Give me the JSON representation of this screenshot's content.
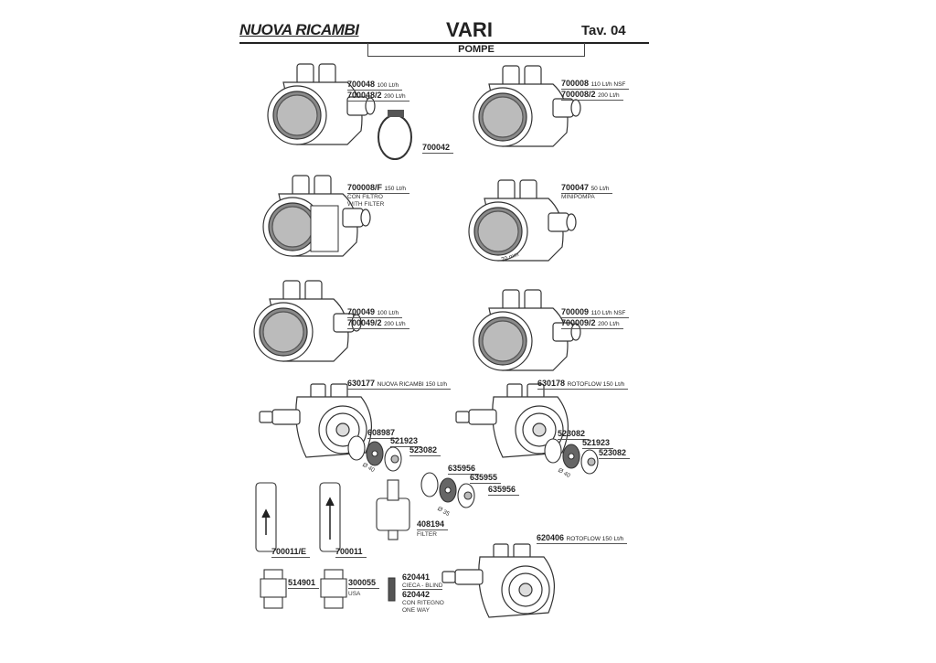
{
  "header": {
    "brand": "NUOVA RICAMBI",
    "title": "VARI",
    "table": "Tav. 04",
    "subtitle": "POMPE"
  },
  "parts": [
    {
      "code": "700048",
      "desc": "100 Lt/h"
    },
    {
      "code": "700048/2",
      "desc": "200 Lt/h"
    },
    {
      "code": "700042",
      "desc": ""
    },
    {
      "code": "700008",
      "desc": "110 Lt/h NSF"
    },
    {
      "code": "700008/2",
      "desc": "200 Lt/h"
    },
    {
      "code": "700008/F",
      "desc": "150 Lt/h"
    },
    {
      "code": "700047",
      "desc": "50 Lt/h"
    },
    {
      "code": "700049",
      "desc": "100 Lt/h"
    },
    {
      "code": "700049/2",
      "desc": "200 Lt/h"
    },
    {
      "code": "700009",
      "desc": "110 Lt/h NSF"
    },
    {
      "code": "700009/2",
      "desc": "200 Lt/h"
    },
    {
      "code": "630177",
      "desc": "NUOVA RICAMBI 150 Lt/h"
    },
    {
      "code": "630178",
      "desc": "ROTOFLOW 150 Lt/h"
    },
    {
      "code": "608987",
      "desc": ""
    },
    {
      "code": "521923",
      "desc": ""
    },
    {
      "code": "523082",
      "desc": ""
    },
    {
      "code": "523082",
      "desc": ""
    },
    {
      "code": "521923",
      "desc": ""
    },
    {
      "code": "523082",
      "desc": ""
    },
    {
      "code": "635956",
      "desc": ""
    },
    {
      "code": "635955",
      "desc": ""
    },
    {
      "code": "635956",
      "desc": ""
    },
    {
      "code": "408194",
      "desc": ""
    },
    {
      "code": "700011/E",
      "desc": ""
    },
    {
      "code": "700011",
      "desc": ""
    },
    {
      "code": "620406",
      "desc": "ROTOFLOW 150 Lt/h"
    },
    {
      "code": "514901",
      "desc": ""
    },
    {
      "code": "300055",
      "desc": ""
    },
    {
      "code": "620441",
      "desc": ""
    },
    {
      "code": "620442",
      "desc": ""
    }
  ],
  "notes": {
    "filter1": "CON FILTRO",
    "filter2": "WITH FILTER",
    "minipompa": "MINIPOMPA",
    "mm": "70 mm",
    "d40a": "Ø 40",
    "d40b": "Ø 40",
    "d35": "Ø 35",
    "filter": "FILTER",
    "usa": "USA",
    "blind": "CIECA - BLIND",
    "ritegno": "CON RITEGNO",
    "oneway": "ONE WAY"
  }
}
